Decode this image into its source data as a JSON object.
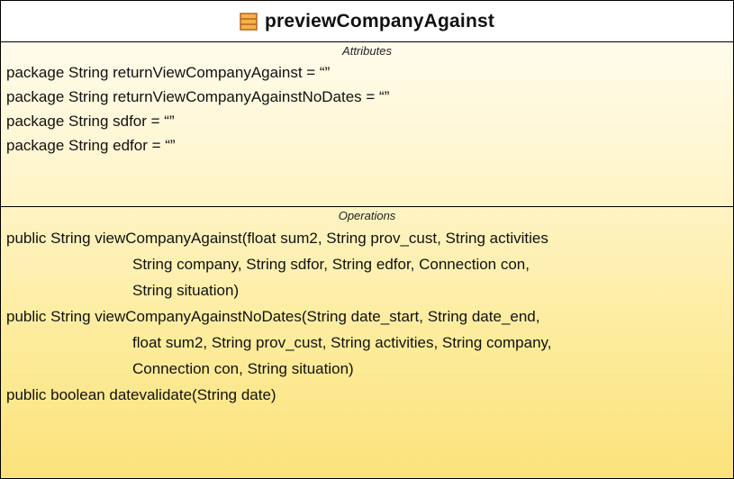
{
  "class": {
    "name": "previewCompanyAgainst",
    "icon": "class-icon"
  },
  "attributes": {
    "title": "Attributes",
    "items": [
      "package String returnViewCompanyAgainst = “”",
      "package String returnViewCompanyAgainstNoDates = “”",
      "package String sdfor = “”",
      "package String edfor = “”"
    ]
  },
  "operations": {
    "title": "Operations",
    "items": [
      {
        "lines": [
          "public String viewCompanyAgainst(float sum2, String prov_cust, String activities",
          "String company, String sdfor, String edfor, Connection con,",
          "String situation)"
        ]
      },
      {
        "lines": [
          "public String viewCompanyAgainstNoDates(String date_start, String date_end,",
          "float sum2, String prov_cust, String activities, String company,",
          "Connection con, String situation)"
        ]
      },
      {
        "lines": [
          "public boolean datevalidate(String date)"
        ]
      }
    ]
  },
  "colors": {
    "border": "#000000",
    "gradient_top": "#fffdf4",
    "gradient_bottom": "#fbe27a",
    "icon_fill": "#f6b24a",
    "icon_stroke": "#b5651d"
  }
}
